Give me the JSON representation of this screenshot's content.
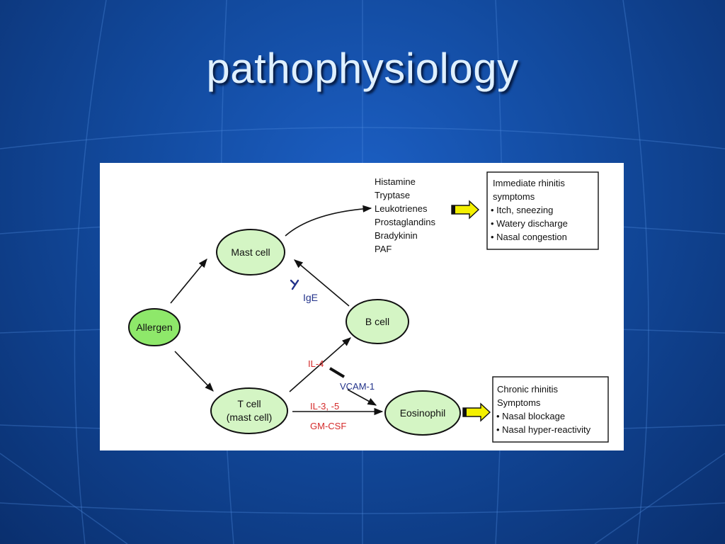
{
  "slide": {
    "title": "pathophysiology"
  },
  "diagram": {
    "nodes": {
      "allergen": "Allergen",
      "mast_cell": "Mast cell",
      "b_cell": "B cell",
      "t_cell_line1": "T cell",
      "t_cell_line2": "(mast cell)",
      "eosinophil": "Eosinophil"
    },
    "mediators": [
      "Histamine",
      "Tryptase",
      "Leukotrienes",
      "Prostaglandins",
      "Bradykinin",
      "PAF"
    ],
    "labels": {
      "ige": "IgE",
      "il4": "IL-4",
      "vcam1": "VCAM-1",
      "il35": "IL-3, -5",
      "gmcsf": "GM-CSF"
    },
    "immediate_box": {
      "title_line1": "Immediate rhinitis",
      "title_line2": "symptoms",
      "items": [
        "• Itch, sneezing",
        "• Watery discharge",
        "• Nasal congestion"
      ]
    },
    "chronic_box": {
      "title_line1": "Chronic rhinitis",
      "title_line2": "Symptoms",
      "items": [
        "• Nasal blockage",
        "• Nasal hyper-reactivity"
      ]
    },
    "colors": {
      "node_fill": "#d4f5c4",
      "allergen_fill": "#8ee86a",
      "arrow_fill": "#f4f000",
      "label_red": "#d42a2a",
      "label_blue": "#22328a"
    }
  }
}
